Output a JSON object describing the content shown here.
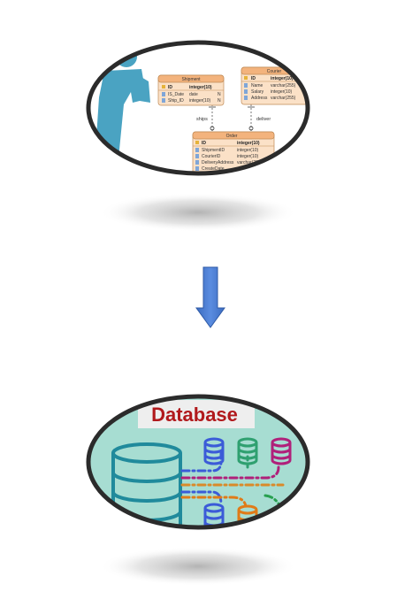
{
  "erd": {
    "shipment": {
      "title": "Shipment",
      "header": [
        "ID",
        "integer(10)"
      ],
      "rows": [
        [
          "IS_Date",
          "date",
          "N"
        ],
        [
          "Ship_ID",
          "integer(10)",
          "N"
        ]
      ]
    },
    "courier": {
      "title": "Courier",
      "header": [
        "ID",
        "integer(10)"
      ],
      "rows": [
        [
          "Name",
          "varchar(255)"
        ],
        [
          "Salary",
          "integer(10)"
        ],
        [
          "Address",
          "varchar(255)"
        ]
      ]
    },
    "order": {
      "title": "Order",
      "header": [
        "ID",
        "integer(10)"
      ],
      "rows": [
        [
          "ShipmentID",
          "integer(10)"
        ],
        [
          "CourierID",
          "integer(10)"
        ],
        [
          "DeliveryAddress",
          "varchar(255)"
        ],
        [
          "CreateDate",
          ""
        ]
      ]
    },
    "relations": {
      "ships": "ships",
      "deliver": "deliver"
    }
  },
  "database": {
    "title": "Database"
  },
  "colors": {
    "ellipse_border": "#2b2b2b",
    "figure": "#4aa3c2",
    "table_header": "#f3b37d",
    "table_body": "#fbe1c7",
    "arrow": "#4f7fd3",
    "db_background": "#a7ddd2",
    "db_title": "#b1191c",
    "db_title_bg": "#eeeeee"
  }
}
